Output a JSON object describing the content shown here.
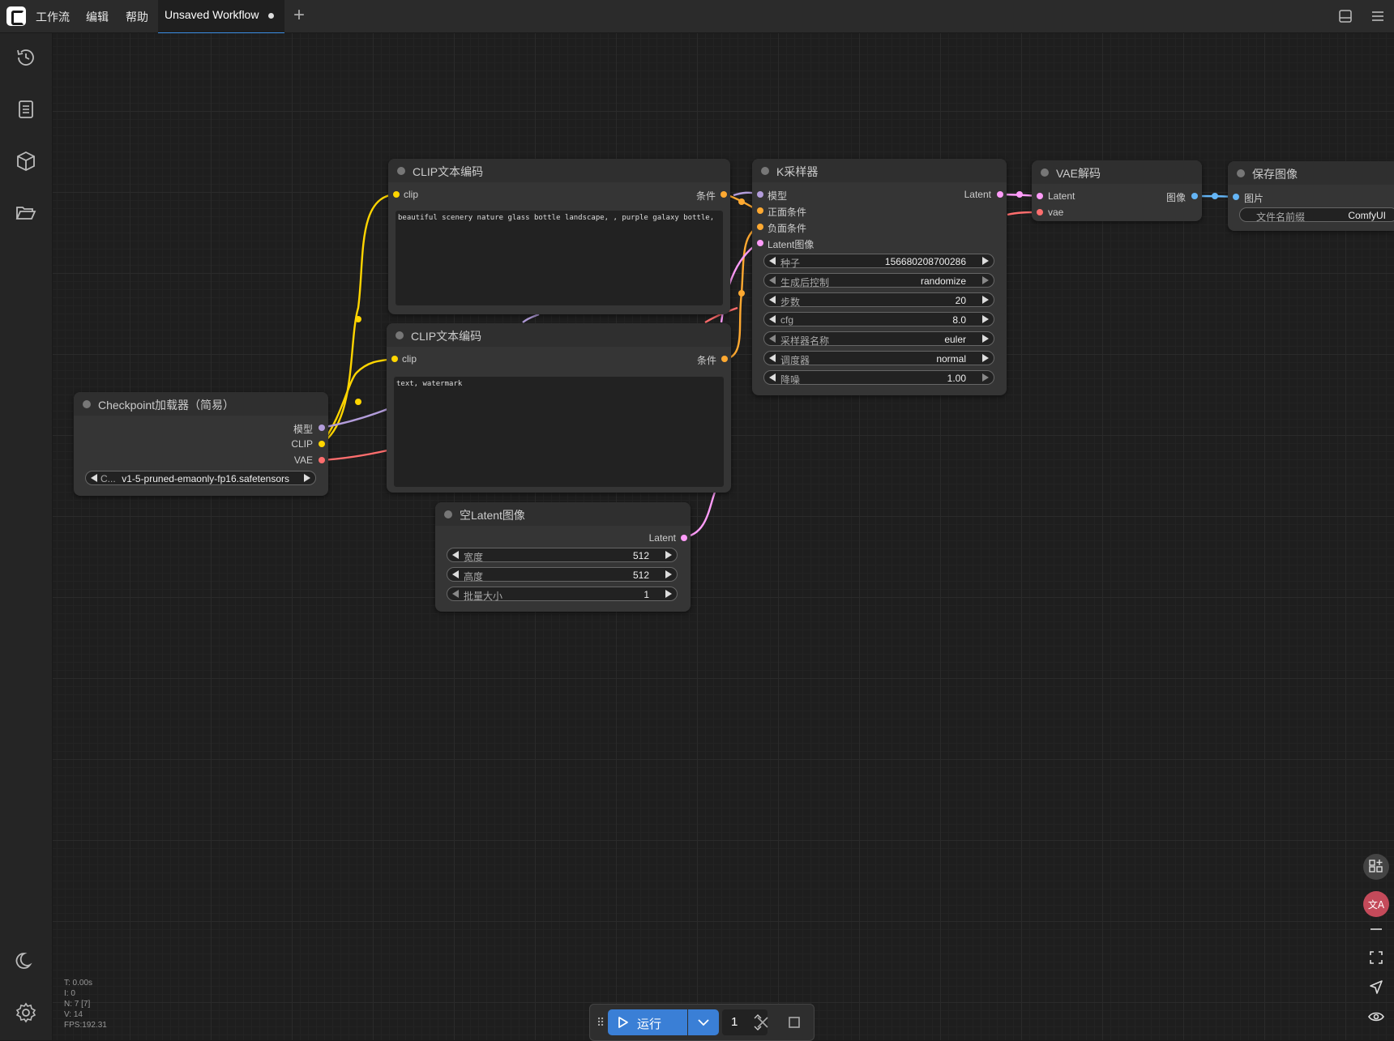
{
  "menu": {
    "workflow": "工作流",
    "edit": "编辑",
    "help": "帮助"
  },
  "tab": {
    "title": "Unsaved Workflow"
  },
  "nodes": {
    "clip_pos": {
      "title": "CLIP文本编码",
      "input": "clip",
      "output": "条件",
      "text": "beautiful scenery nature glass bottle landscape, , purple galaxy bottle,"
    },
    "clip_neg": {
      "title": "CLIP文本编码",
      "input": "clip",
      "output": "条件",
      "text": "text, watermark"
    },
    "checkpoint": {
      "title": "Checkpoint加载器（简易）",
      "outputs": [
        "模型",
        "CLIP",
        "VAE"
      ],
      "widget_label": "C...",
      "widget_value": "v1-5-pruned-emaonly-fp16.safetensors"
    },
    "ksampler": {
      "title": "K采样器",
      "inputs": [
        "模型",
        "正面条件",
        "负面条件",
        "Latent图像"
      ],
      "output": "Latent",
      "widgets": [
        {
          "label": "种子",
          "value": "156680208700286"
        },
        {
          "label": "生成后控制",
          "value": "randomize"
        },
        {
          "label": "步数",
          "value": "20"
        },
        {
          "label": "cfg",
          "value": "8.0"
        },
        {
          "label": "采样器名称",
          "value": "euler"
        },
        {
          "label": "调度器",
          "value": "normal"
        },
        {
          "label": "降噪",
          "value": "1.00"
        }
      ]
    },
    "vae_decode": {
      "title": "VAE解码",
      "inputs": [
        "Latent",
        "vae"
      ],
      "output": "图像"
    },
    "save_image": {
      "title": "保存图像",
      "input": "图片",
      "widget_label": "文件名前缀",
      "widget_value": "ComfyUI"
    },
    "empty_latent": {
      "title": "空Latent图像",
      "output": "Latent",
      "widgets": [
        {
          "label": "宽度",
          "value": "512"
        },
        {
          "label": "高度",
          "value": "512"
        },
        {
          "label": "批量大小",
          "value": "1"
        }
      ]
    }
  },
  "stats": {
    "t": "T: 0.00s",
    "i": "I: 0",
    "n": "N: 7 [7]",
    "v": "V: 14",
    "fps": "FPS:192.31"
  },
  "runbar": {
    "run_label": "运行",
    "count": "1"
  },
  "colors": {
    "clip": "#ffd500",
    "model": "#b39ddb",
    "vae": "#ff6e6e",
    "conditioning": "#ffa931",
    "latent": "#ff9cf9",
    "image": "#64b5f6",
    "accent": "#3a7fd6"
  }
}
